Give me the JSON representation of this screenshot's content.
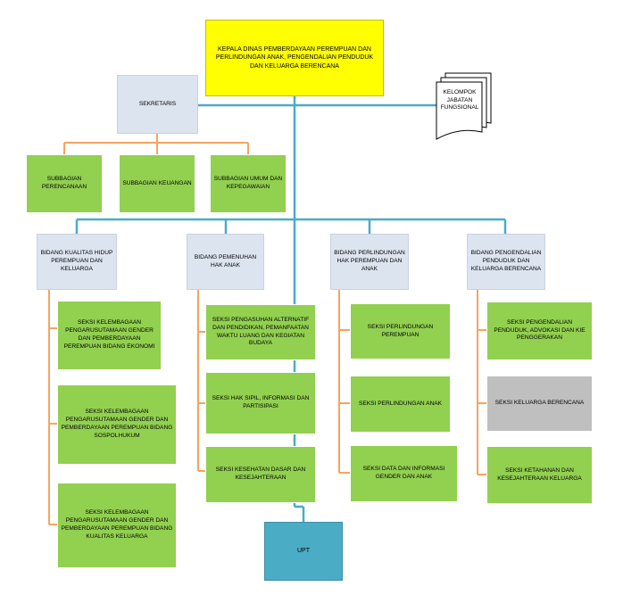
{
  "head": "KEPALA DINAS PEMBERDAYAAN PEREMPUAN DAN PERLINDUNGAN ANAK, PENGENDALIAN PENDUDUK DAN KELUARGA BERENCANA",
  "sekretaris": "SEKRETARIS",
  "kelompok": "KELOMPOK JABATAN FUNGSIONAL",
  "subbagian": [
    "SUBBAGIAN PERENCANAAN",
    "SUBBAGIAN KEUANGAN",
    "SUBBAGIAN UMUM DAN KEPEGAWAIAN"
  ],
  "bidang": [
    {
      "title": "BIDANG KUALITAS HIDUP PEREMPUAN DAN KELUARGA",
      "seksi": [
        "SEKSI KELEMBAGAAN PENGARUSUTAMAAN GENDER DAN PEMBERDAYAAN PEREMPUAN BIDANG EKONOMI",
        "SEKSI KELEMBAGAAN PENGARUSUTAMAAN GENDER DAN PEMBERDAYAAN PEREMPUAN BIDANG SOSPOLHUKUM",
        "SEKSI KELEMBAGAAN PENGARUSUTAMAAN GENDER DAN PEMBERDAYAAN PEREMPUAN BIDANG KUALITAS KELUARGA"
      ]
    },
    {
      "title": "BIDANG PEMENUHAN HAK ANAK",
      "seksi": [
        "SEKSI PENGASUHAN ALTERNATIF DAN PENDIDIKAN, PEMANFAATAN WAKTU LUANG DAN KEGIATAN BUDAYA",
        "SEKSI HAK SIPIL, INFORMASI DAN PARTISIPASI",
        "SEKSI KESEHATAN DASAR DAN KESEJAHTERAAN"
      ]
    },
    {
      "title": "BIDANG PERLINDUNGAN HAK PEREMPUAN DAN ANAK",
      "seksi": [
        "SEKSI PERLINDUNGAN PEREMPUAN",
        "SEKSI PERLINDUNGAN ANAK",
        "SEKSI DATA DAN INFORMASI GENDER DAN ANAK"
      ]
    },
    {
      "title": "BIDANG PENGENDALIAN PENDUDUK DAN KELUARGA BERENCANA",
      "seksi": [
        "SEKSI PENGENDALIAN PENDUDUK, ADVOKASI DAN KIE PENGGERAKAN",
        "SEKSI KELUARGA BERENCANA",
        "SEKSI KETAHANAN DAN KESEJAHTERAAN KELUARGA"
      ]
    }
  ],
  "upt": "UPT",
  "colors": {
    "head": "#ffff00",
    "bidang": "#dce4f0",
    "seksi": "#92d050",
    "seksi_muted": "#bfbfbf",
    "upt": "#4bacc6",
    "main_line": "#4bacc6",
    "branch_line": "#f4a460"
  }
}
